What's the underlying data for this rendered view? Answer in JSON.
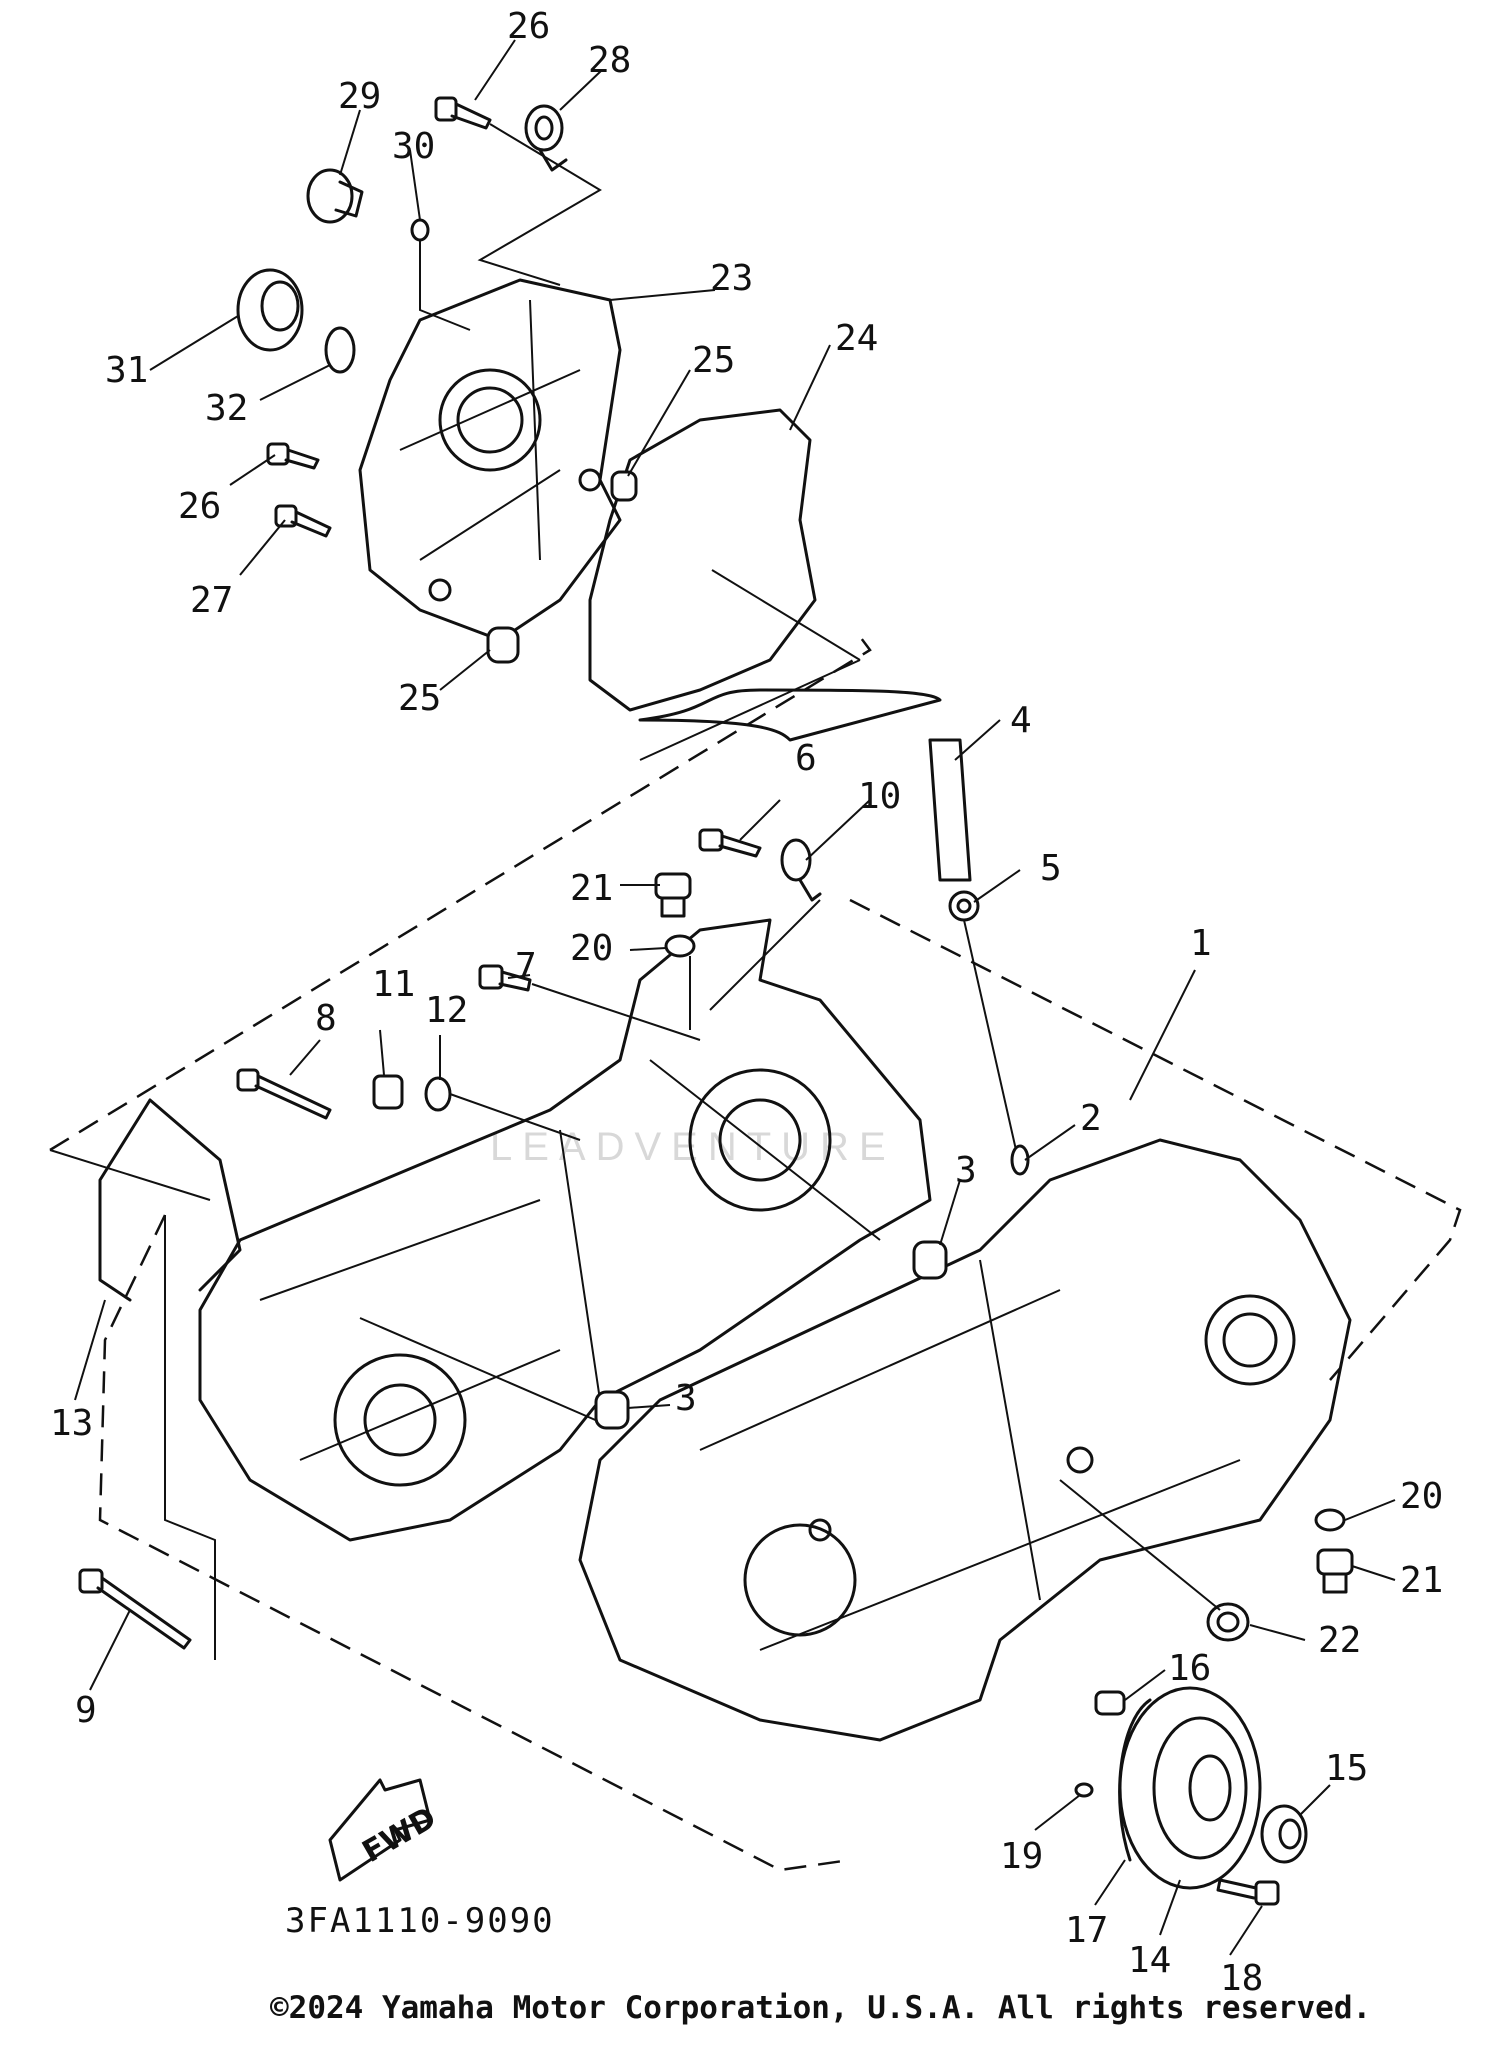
{
  "diagram": {
    "part_labels": {
      "p1": "1",
      "p2": "2",
      "p3a": "3",
      "p3b": "3",
      "p4": "4",
      "p5": "5",
      "p6": "6",
      "p7": "7",
      "p8": "8",
      "p9": "9",
      "p10": "10",
      "p11": "11",
      "p12": "12",
      "p13": "13",
      "p14": "14",
      "p15": "15",
      "p16": "16",
      "p17": "17",
      "p18": "18",
      "p19": "19",
      "p20a": "20",
      "p20b": "20",
      "p21a": "21",
      "p21b": "21",
      "p22": "22",
      "p23": "23",
      "p24": "24",
      "p25a": "25",
      "p25b": "25",
      "p26a": "26",
      "p26b": "26",
      "p27": "27",
      "p28": "28",
      "p29": "29",
      "p30": "30",
      "p31": "31",
      "p32": "32"
    },
    "diagram_code": "3FA1110-9090",
    "fwd_label": "FWD",
    "watermark": "LEADVENTURE"
  },
  "footer": {
    "copyright": "©2024 Yamaha Motor Corporation, U.S.A. All rights reserved."
  }
}
